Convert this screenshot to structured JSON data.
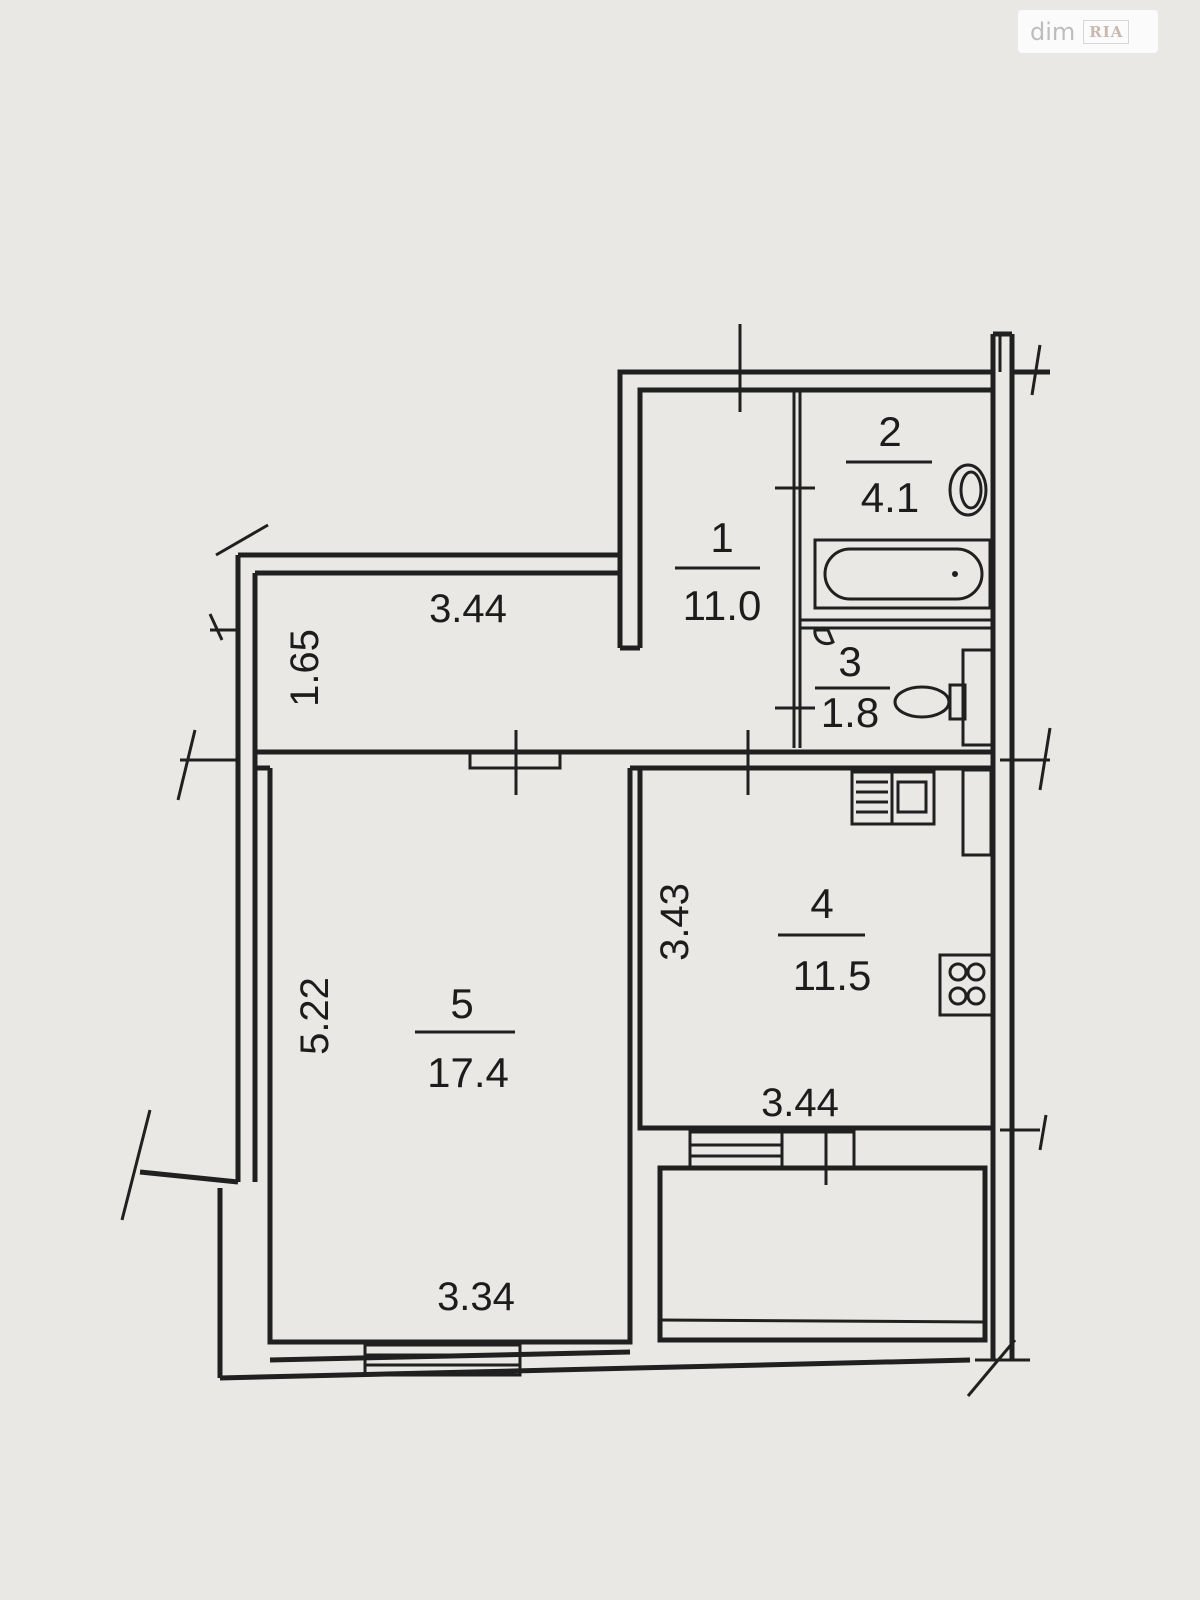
{
  "rooms": [
    {
      "number": "1",
      "area": "11.0"
    },
    {
      "number": "2",
      "area": "4.1"
    },
    {
      "number": "3",
      "area": "1.8"
    },
    {
      "number": "4",
      "area": "11.5"
    },
    {
      "number": "5",
      "area": "17.4"
    }
  ],
  "dimensions": {
    "corridor_width": "3.44",
    "corridor_depth": "1.65",
    "kitchen_depth": "3.43",
    "kitchen_width": "3.44",
    "living_depth": "5.22",
    "living_width": "3.34"
  },
  "watermark": {
    "brand": "dim",
    "badge": "RIA"
  }
}
